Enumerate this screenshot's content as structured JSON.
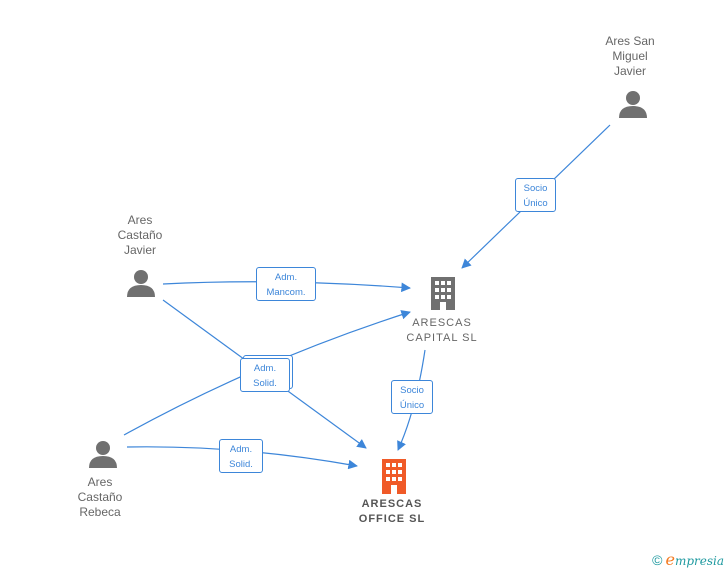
{
  "colors": {
    "edge": "#3d86d9",
    "person_icon": "#707070",
    "company_icon": "#707070",
    "company_highlight": "#f05a28",
    "label_text": "#666666"
  },
  "nodes": {
    "ares_san_miguel_javier": {
      "label": "Ares San\nMiguel\nJavier",
      "icon": "person-icon"
    },
    "ares_castano_javier": {
      "label": "Ares\nCastaño\nJavier",
      "icon": "person-icon"
    },
    "ares_castano_rebeca": {
      "label": "Ares\nCastaño\nRebeca",
      "icon": "person-icon"
    },
    "arescas_capital_sl": {
      "label": "ARESCAS\nCAPITAL  SL",
      "icon": "building-icon"
    },
    "arescas_office_sl": {
      "label": "ARESCAS\nOFFICE  SL",
      "icon": "building-icon"
    }
  },
  "edges": {
    "socio_unico_1": {
      "label": "Socio\nÚnico",
      "from": "Ares San Miguel Javier",
      "to": "ARESCAS CAPITAL SL"
    },
    "adm_mancom": {
      "label": "Adm.\nMancom.",
      "from": "Ares Castaño Javier",
      "to": "ARESCAS CAPITAL SL"
    },
    "adm_solid_stacked": {
      "label": "Adm.\nSolid.",
      "from": "Ares Castaño Javier / Ares Castaño Rebeca",
      "to": "ARESCAS OFFICE SL / ARESCAS CAPITAL SL"
    },
    "socio_unico_2": {
      "label": "Socio\nÚnico",
      "from": "ARESCAS CAPITAL SL",
      "to": "ARESCAS OFFICE SL"
    },
    "adm_solid_rebeca": {
      "label": "Adm.\nSolid.",
      "from": "Ares Castaño Rebeca",
      "to": "ARESCAS OFFICE SL"
    }
  },
  "footer": {
    "copyright": "©",
    "brand_initial": "e",
    "brand_rest": "mpresia"
  }
}
